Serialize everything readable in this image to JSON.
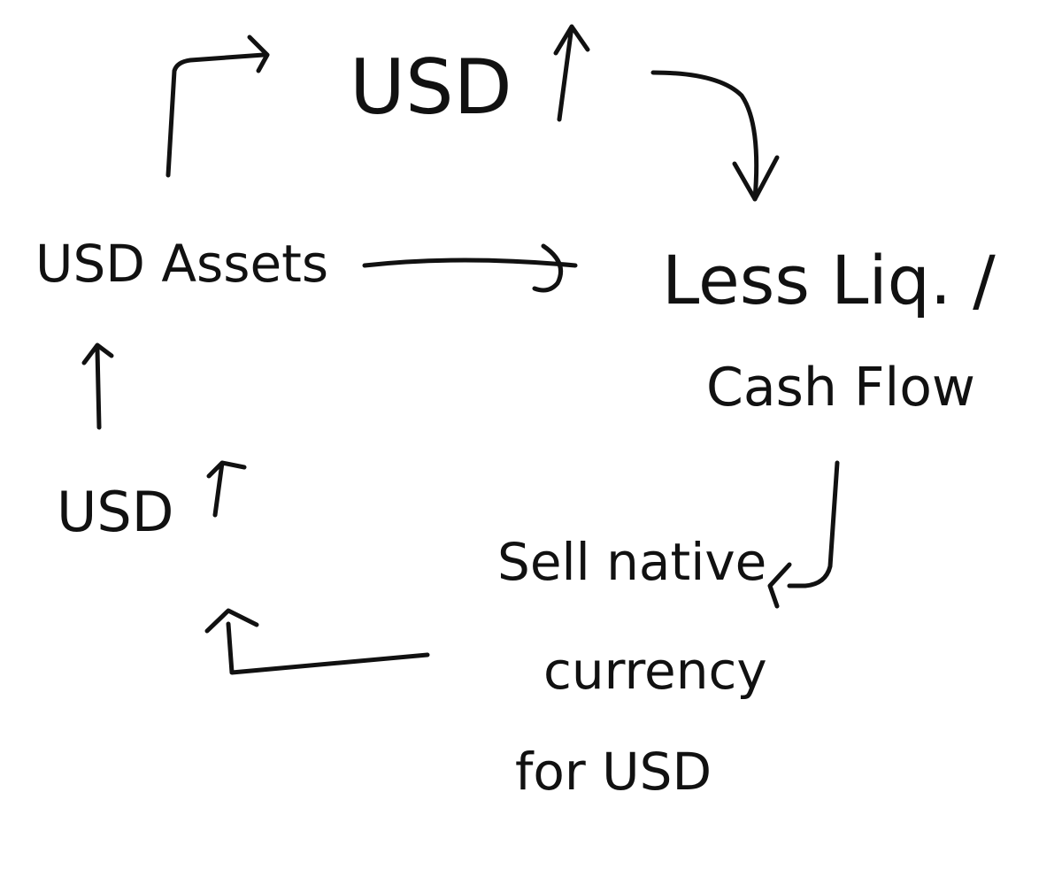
{
  "nodes": {
    "usd_up_top": {
      "text": "USD",
      "arrow_glyph": "↑"
    },
    "less_liquidity": {
      "text": "Less Liq. /"
    },
    "cash_flow": {
      "text": "Cash Flow"
    },
    "sell_native": {
      "line1": "Sell native",
      "line2": "currency",
      "line3": "for USD"
    },
    "usd_up_left": {
      "text": "USD",
      "arrow_glyph": "↑"
    },
    "usd_assets": {
      "text": "USD Assets"
    }
  },
  "edges": [
    {
      "from": "USD Assets",
      "to": "USD ↑"
    },
    {
      "from": "USD ↑",
      "to": "Less Liq. / Cash Flow"
    },
    {
      "from": "USD Assets",
      "to": "Less Liq. / Cash Flow"
    },
    {
      "from": "Cash Flow",
      "to": "Sell native currency for USD"
    },
    {
      "from": "Sell native currency for USD",
      "to": "USD ↑"
    },
    {
      "from": "USD ↑",
      "to": "USD Assets"
    }
  ],
  "colors": {
    "ink": "#111111",
    "background": "#ffffff"
  }
}
